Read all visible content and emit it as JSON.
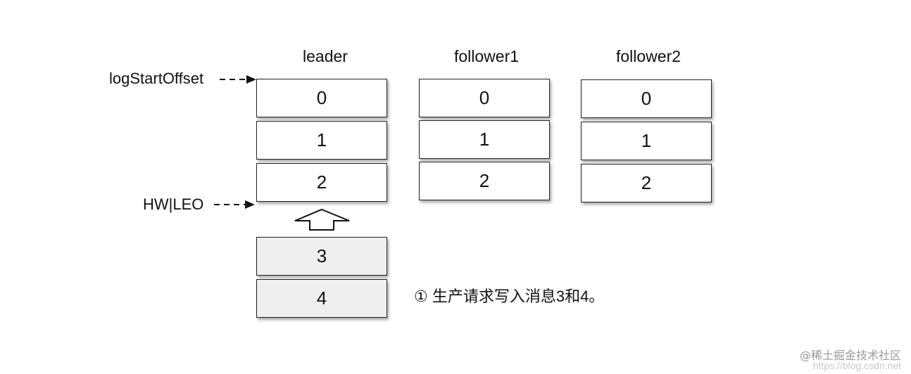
{
  "columns": [
    {
      "title": "leader",
      "cells": [
        "0",
        "1",
        "2"
      ]
    },
    {
      "title": "follower1",
      "cells": [
        "0",
        "1",
        "2"
      ]
    },
    {
      "title": "follower2",
      "cells": [
        "0",
        "1",
        "2"
      ]
    }
  ],
  "pending_cells": [
    "3",
    "4"
  ],
  "labels": {
    "log_start_offset": "logStartOffset",
    "hw_leo": "HW|LEO"
  },
  "note": "① 生产请求写入消息3和4。",
  "watermark": "@稀土掘金技术社区",
  "watermark_url": "https://blog.csdn.net"
}
